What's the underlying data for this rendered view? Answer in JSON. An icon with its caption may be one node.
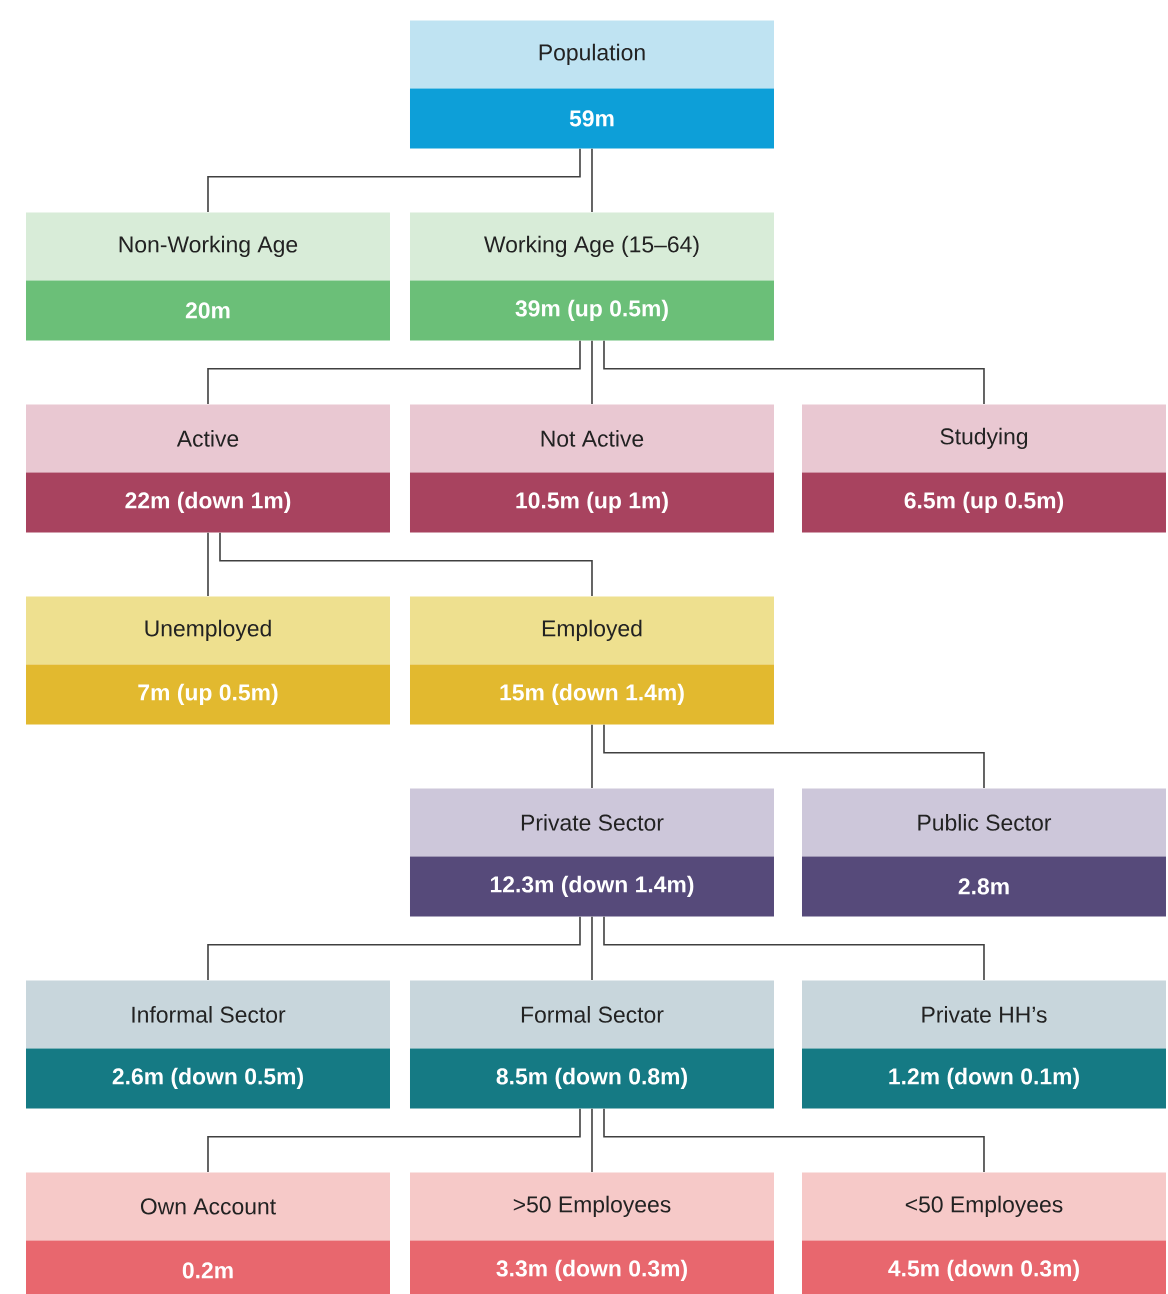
{
  "diagram": {
    "nodes": [
      {
        "text": [
          "Population",
          "59m"
        ]
      },
      {
        "text": [
          "Non-Working Age",
          "20m"
        ]
      },
      {
        "text": [
          "Working Age (15–64)",
          "39m (up 0.5m)"
        ]
      },
      {
        "text": [
          "Active",
          "22m (down 1m)"
        ]
      },
      {
        "text": [
          "Not Active",
          "10.5m (up 1m)"
        ]
      },
      {
        "text": [
          "Studying",
          "6.5m (up 0.5m)"
        ]
      },
      {
        "text": [
          "Unemployed",
          "7m (up 0.5m)"
        ]
      },
      {
        "text": [
          "Employed",
          "15m (down 1.4m)"
        ]
      },
      {
        "text": [
          "Private Sector",
          "12.3m (down 1.4m)"
        ]
      },
      {
        "text": [
          "Public Sector",
          "2.8m"
        ]
      },
      {
        "text": [
          "Informal Sector",
          "2.6m (down 0.5m)"
        ]
      },
      {
        "text": [
          "Formal Sector",
          "8.5m (down 0.8m)"
        ]
      },
      {
        "text": [
          "Private HH’s",
          "1.2m (down 0.1m)"
        ]
      },
      {
        "text": [
          "Own Account",
          "0.2m"
        ]
      },
      {
        "text": [
          ">50 Employees",
          "3.3m (down 0.3m)"
        ]
      },
      {
        "text": [
          "<50 Employees",
          "4.5m (down 0.3m)"
        ]
      }
    ],
    "edges": [
      {
        "from": 0,
        "to": 1,
        "arrow": "none"
      },
      {
        "from": 0,
        "to": 2,
        "arrow": "none"
      },
      {
        "from": 2,
        "to": 3,
        "arrow": "none"
      },
      {
        "from": 2,
        "to": 4,
        "arrow": "none"
      },
      {
        "from": 2,
        "to": 5,
        "arrow": "none"
      },
      {
        "from": 3,
        "to": 6,
        "arrow": "none"
      },
      {
        "from": 3,
        "to": 7,
        "arrow": "none"
      },
      {
        "from": 7,
        "to": 8,
        "arrow": "none"
      },
      {
        "from": 7,
        "to": 9,
        "arrow": "none"
      },
      {
        "from": 8,
        "to": 10,
        "arrow": "none"
      },
      {
        "from": 8,
        "to": 11,
        "arrow": "none"
      },
      {
        "from": 8,
        "to": 12,
        "arrow": "none"
      },
      {
        "from": 11,
        "to": 13,
        "arrow": "none"
      },
      {
        "from": 11,
        "to": 14,
        "arrow": "none"
      },
      {
        "from": 11,
        "to": 15,
        "arrow": "none"
      }
    ]
  }
}
